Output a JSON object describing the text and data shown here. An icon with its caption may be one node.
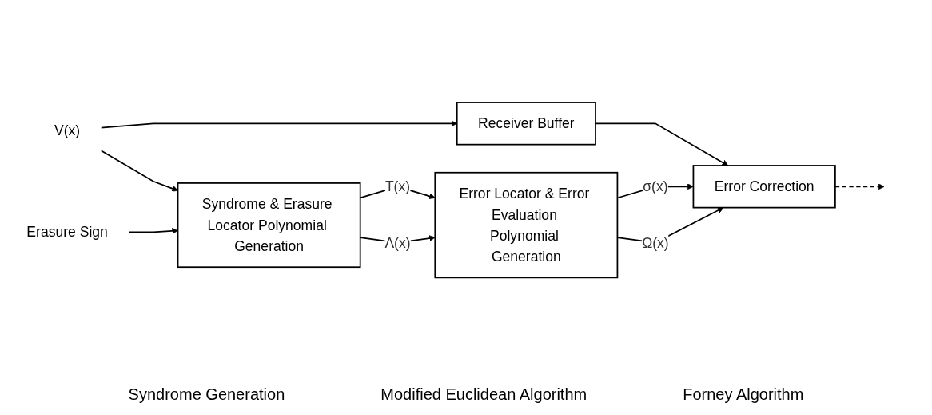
{
  "diagram": {
    "nodes": [
      {
        "text": [
          "V(x)"
        ]
      },
      {
        "text": [
          "Erasure Sign"
        ]
      },
      {
        "text": [
          "Receiver Buffer"
        ]
      },
      {
        "text": [
          "Syndrome & Erasure Locator Polynomial Generation"
        ]
      },
      {
        "text": [
          "Error Locator & Error Evaluation Polynomial Generation"
        ]
      },
      {
        "text": [
          "Error Correction"
        ]
      }
    ],
    "edges": [
      {
        "from": 0,
        "to": 2,
        "arrow": "to"
      },
      {
        "from": 0,
        "to": 3,
        "arrow": "to"
      },
      {
        "from": 1,
        "to": 3,
        "arrow": "to"
      },
      {
        "from": 2,
        "to": 5,
        "arrow": "to"
      },
      {
        "from": 3,
        "to": 4,
        "label": "T(x)",
        "arrow": "to"
      },
      {
        "from": 3,
        "to": 4,
        "label": "Λ(x)",
        "arrow": "to"
      },
      {
        "from": 4,
        "to": 5,
        "label": "σ(x)",
        "arrow": "to"
      },
      {
        "from": 4,
        "to": 5,
        "label": "Ω(x)",
        "arrow": "to"
      },
      {
        "from": 5,
        "to": null,
        "arrow": "to",
        "style": "dashed"
      }
    ],
    "labels": [
      "Syndrome Generation",
      "Modified Euclidean Algorithm",
      "Forney Algorithm"
    ]
  }
}
